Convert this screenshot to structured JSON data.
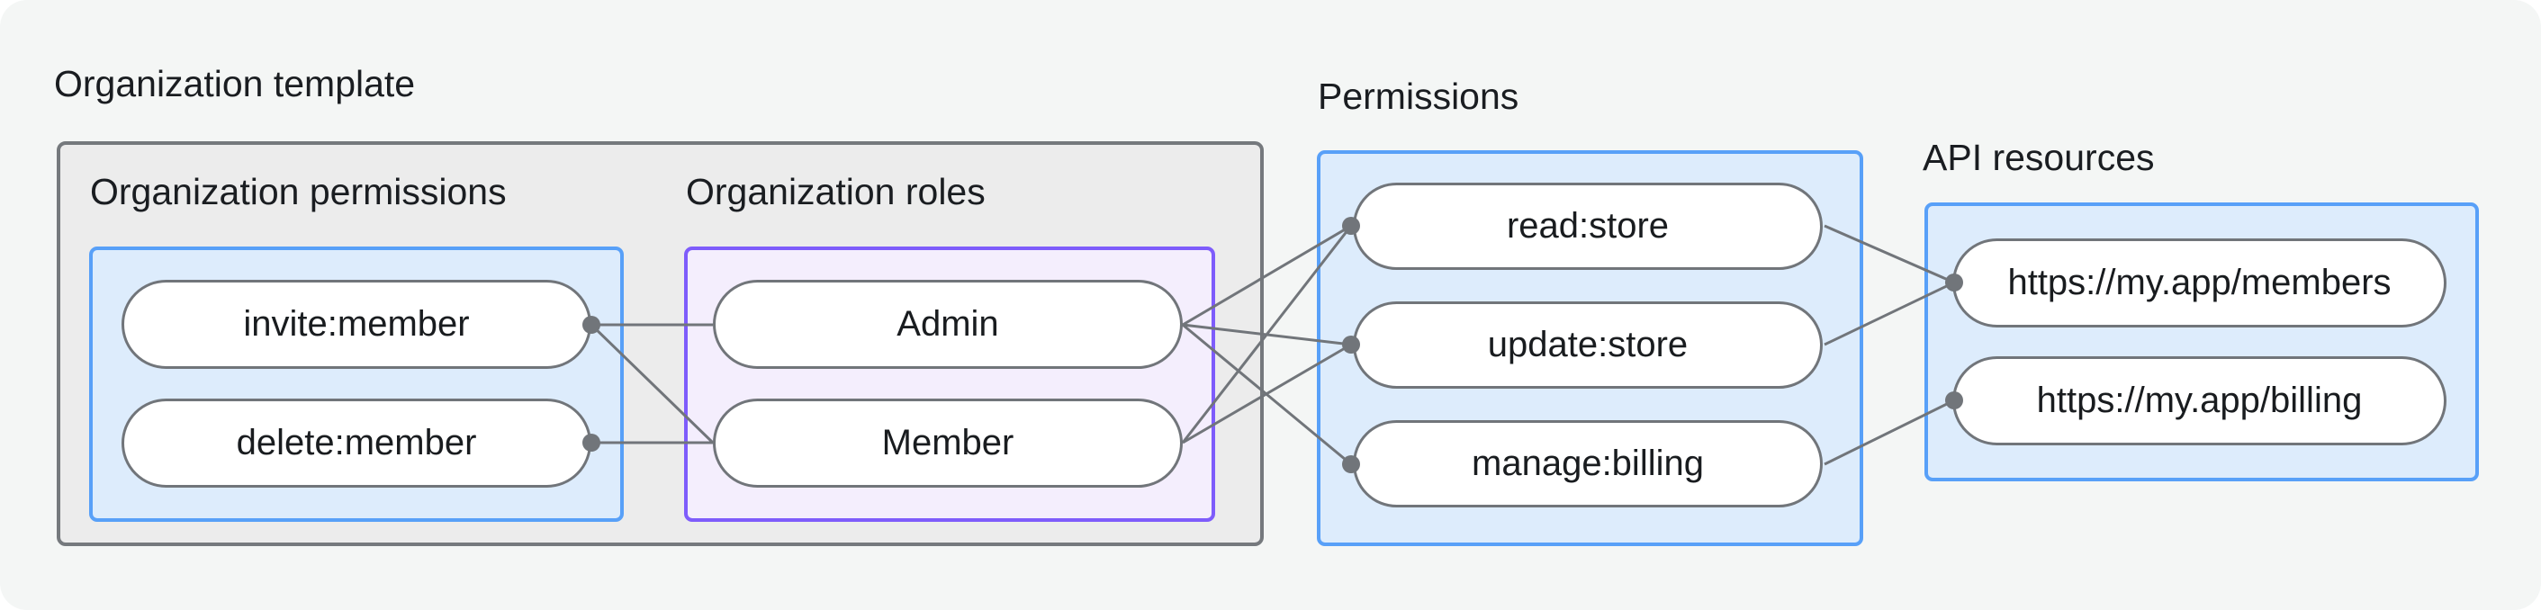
{
  "diagram": {
    "title": "Organization template",
    "sections": {
      "org_permissions": {
        "label": "Organization permissions"
      },
      "org_roles": {
        "label": "Organization roles"
      },
      "permissions": {
        "label": "Permissions"
      },
      "api_resources": {
        "label": "API resources"
      }
    },
    "nodes": {
      "invite_member": {
        "label": "invite:member",
        "group": "org_permissions"
      },
      "delete_member": {
        "label": "delete:member",
        "group": "org_permissions"
      },
      "admin": {
        "label": "Admin",
        "group": "org_roles"
      },
      "member": {
        "label": "Member",
        "group": "org_roles"
      },
      "read_store": {
        "label": "read:store",
        "group": "permissions"
      },
      "update_store": {
        "label": "update:store",
        "group": "permissions"
      },
      "manage_billing": {
        "label": "manage:billing",
        "group": "permissions"
      },
      "members_api": {
        "label": "https://my.app/members",
        "group": "api_resources"
      },
      "billing_api": {
        "label": "https://my.app/billing",
        "group": "api_resources"
      }
    },
    "edges": [
      {
        "from": "invite_member",
        "to": "admin",
        "dot": "from"
      },
      {
        "from": "invite_member",
        "to": "member",
        "dot": "from"
      },
      {
        "from": "delete_member",
        "to": "member",
        "dot": "from"
      },
      {
        "from": "admin",
        "to": "read_store",
        "dot": "to"
      },
      {
        "from": "admin",
        "to": "update_store",
        "dot": "to"
      },
      {
        "from": "admin",
        "to": "manage_billing",
        "dot": "to"
      },
      {
        "from": "member",
        "to": "read_store",
        "dot": "to"
      },
      {
        "from": "member",
        "to": "update_store",
        "dot": "to"
      },
      {
        "from": "read_store",
        "to": "members_api",
        "dot": "to"
      },
      {
        "from": "update_store",
        "to": "members_api",
        "dot": "to"
      },
      {
        "from": "manage_billing",
        "to": "billing_api",
        "dot": "to"
      }
    ],
    "colors": {
      "background": "#f4f6f5",
      "template_box_fill": "#ececec",
      "template_box_border": "#75797d",
      "blue_box_fill": "#ddecfc",
      "blue_box_border": "#58a0f8",
      "purple_box_fill": "#f4eefd",
      "purple_box_border": "#7e5cfb",
      "pill_border": "#71757a",
      "line": "#71757a",
      "text": "#1a1d21"
    }
  }
}
